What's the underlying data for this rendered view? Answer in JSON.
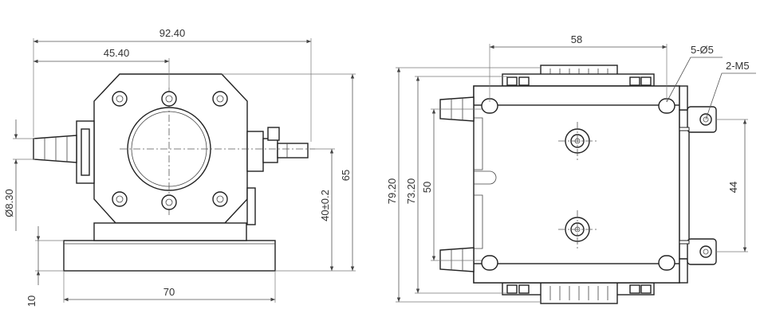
{
  "drawing": {
    "front_view": {
      "overall_width": "92.40",
      "center_offset": "45.40",
      "base_width": "70",
      "base_height": "10",
      "fitting_diameter": "Ø8.30",
      "axis_height": "40±0.2",
      "total_height": "65"
    },
    "side_view": {
      "top_width": "58",
      "hole_callout": "5-Ø5",
      "thread_callout": "2-M5",
      "overall_height": "79.20",
      "body_height": "73.20",
      "fitting_spacing": "50",
      "mount_spacing": "44"
    }
  }
}
